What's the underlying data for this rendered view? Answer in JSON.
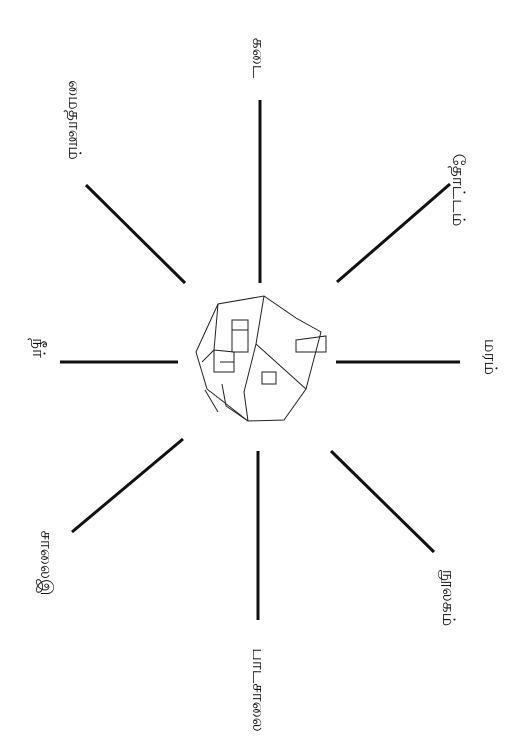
{
  "center": {
    "icon": "house-icon"
  },
  "labels": {
    "top": "கடை",
    "top_right": "தோட்டம்",
    "right": "மரம்",
    "bottom_right": "நூலகம்",
    "bottom": "பாடசாலை",
    "bottom_left": "சாலைஇ",
    "left": "நீர்",
    "top_left": "மைதானம்"
  },
  "colors": {
    "line": "#111111",
    "background": "#ffffff"
  }
}
